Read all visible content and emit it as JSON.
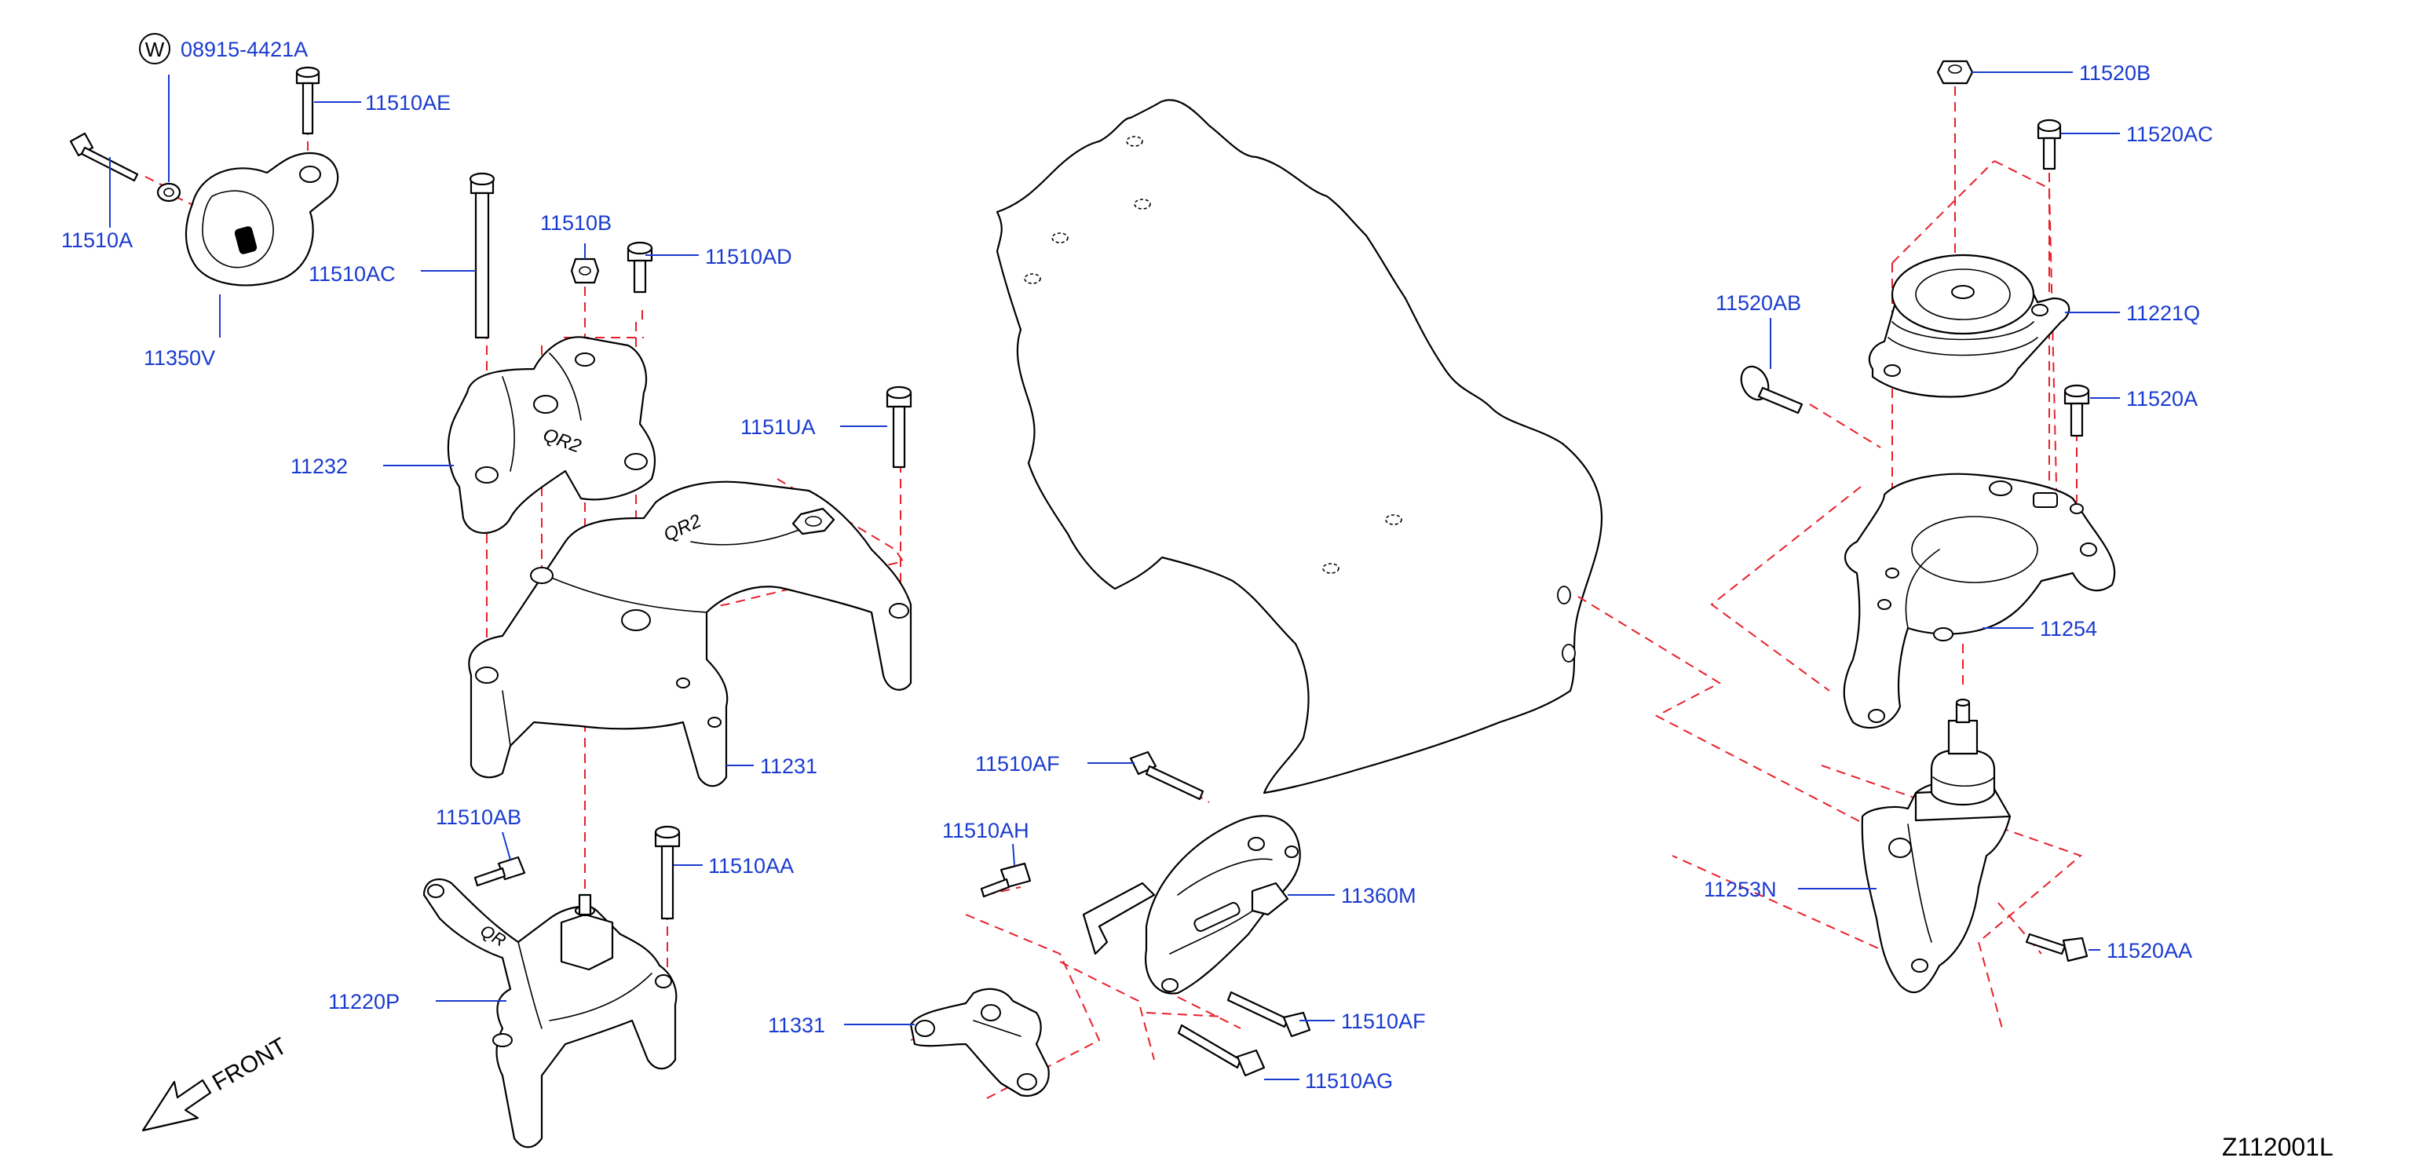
{
  "diagram_code": "Z112001L",
  "front_label": "FRONT",
  "washer_symbol": "W",
  "colors": {
    "label": "#1a3bcf",
    "lead_line": "#1a3bcf",
    "phantom_line": "#e8202a",
    "ink": "#000000"
  },
  "callouts": [
    {
      "id": "08915-4421A",
      "text": "08915-4421A"
    },
    {
      "id": "11510AE",
      "text": "11510AE"
    },
    {
      "id": "11510A",
      "text": "11510A"
    },
    {
      "id": "11350V",
      "text": "11350V"
    },
    {
      "id": "11510B",
      "text": "11510B"
    },
    {
      "id": "11510AD",
      "text": "11510AD"
    },
    {
      "id": "11510AC",
      "text": "11510AC"
    },
    {
      "id": "11232",
      "text": "11232"
    },
    {
      "id": "1151UA",
      "text": "1151UA"
    },
    {
      "id": "11231",
      "text": "11231"
    },
    {
      "id": "11510AB",
      "text": "11510AB"
    },
    {
      "id": "11510AA",
      "text": "11510AA"
    },
    {
      "id": "11220P",
      "text": "11220P"
    },
    {
      "id": "11510AF-top",
      "text": "11510AF"
    },
    {
      "id": "11510AH",
      "text": "11510AH"
    },
    {
      "id": "11360M",
      "text": "11360M"
    },
    {
      "id": "11331",
      "text": "11331"
    },
    {
      "id": "11510AF-bottom",
      "text": "11510AF"
    },
    {
      "id": "11510AG",
      "text": "11510AG"
    },
    {
      "id": "11520B",
      "text": "11520B"
    },
    {
      "id": "11520AC",
      "text": "11520AC"
    },
    {
      "id": "11221Q",
      "text": "11221Q"
    },
    {
      "id": "11520AB",
      "text": "11520AB"
    },
    {
      "id": "11520A",
      "text": "11520A"
    },
    {
      "id": "11254",
      "text": "11254"
    },
    {
      "id": "11253N",
      "text": "11253N"
    },
    {
      "id": "11520AA",
      "text": "11520AA"
    }
  ]
}
